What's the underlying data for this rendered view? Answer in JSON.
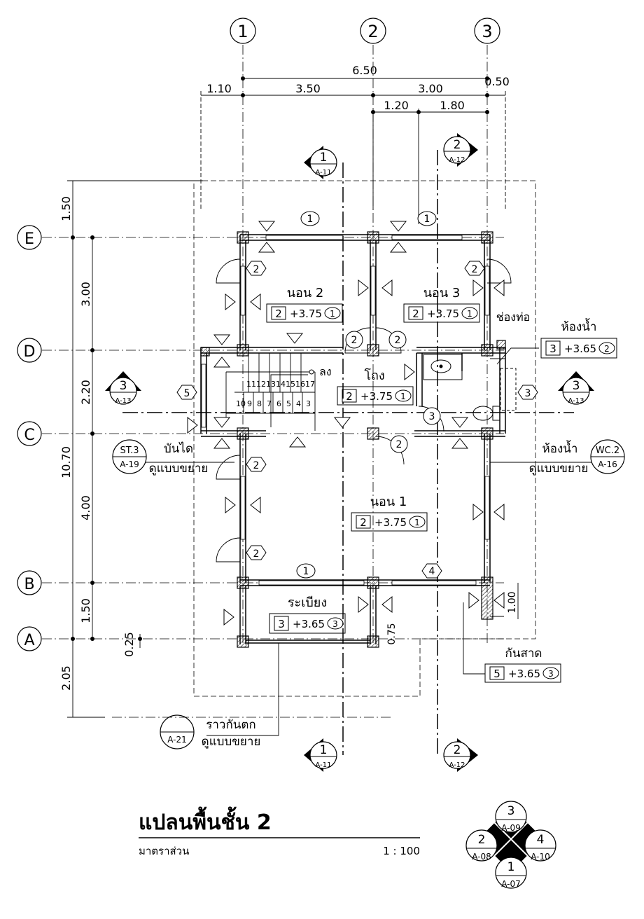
{
  "title": "แปลนพื้นชั้น 2",
  "scale_label": "มาตราส่วน",
  "scale_value": "1 : 100",
  "grid_cols": [
    "1",
    "2",
    "3"
  ],
  "grid_rows": [
    "E",
    "D",
    "C",
    "B",
    "A"
  ],
  "dims_top": {
    "total": "6.50",
    "d_110": "1.10",
    "d_350": "3.50",
    "d_300": "3.00",
    "d_050": "0.50",
    "d_120": "1.20",
    "d_180": "1.80"
  },
  "dims_left": {
    "d_150": "1.50",
    "d_300": "3.00",
    "d_220": "2.20",
    "total": "10.70",
    "d_400": "4.00",
    "d_150b": "1.50",
    "d_025": "0.25",
    "d_205": "2.05"
  },
  "dims_misc": {
    "d_100": "1.00",
    "d_075": "0.75"
  },
  "rooms": [
    {
      "name": "นอน 2",
      "num": "2",
      "level": "+3.75",
      "fin": "1"
    },
    {
      "name": "นอน 3",
      "num": "2",
      "level": "+3.75",
      "fin": "1"
    },
    {
      "name": "โถง",
      "num": "2",
      "level": "+3.75",
      "fin": "1"
    },
    {
      "name": "นอน 1",
      "num": "2",
      "level": "+3.75",
      "fin": "1"
    },
    {
      "name": "ระเบียง",
      "num": "3",
      "level": "+3.65",
      "fin": "3"
    },
    {
      "name": "ห้องน้ำ",
      "num": "3",
      "level": "+3.65",
      "fin": "2"
    },
    {
      "name": "กันสาด",
      "num": "5",
      "level": "+3.65",
      "fin": "3"
    }
  ],
  "labels": {
    "shaft": "ช่องท่อ",
    "down": "ลง",
    "stair": "บันได",
    "stair_ref": "ดูแบบขยาย",
    "bath2": "ห้องน้ำ",
    "bath2_ref": "ดูแบบขยาย",
    "rail": "ราวกันตก",
    "rail_ref": "ดูแบบขยาย"
  },
  "stair_steps_top": [
    "11",
    "12",
    "13",
    "14",
    "15",
    "16",
    "17"
  ],
  "stair_steps_bottom": [
    "10",
    "9",
    "8",
    "7",
    "6",
    "5",
    "4",
    "3"
  ],
  "details": {
    "st": {
      "num": "ST.3",
      "sheet": "A-19"
    },
    "wc": {
      "num": "WC.2",
      "sheet": "A-16"
    },
    "rail": {
      "num": "",
      "sheet": "A-21"
    }
  },
  "sections": [
    {
      "num": "1",
      "sheet": "A-11"
    },
    {
      "num": "2",
      "sheet": "A-12"
    },
    {
      "num": "3",
      "sheet": "A-13"
    }
  ],
  "elevations": [
    {
      "num": "3",
      "sheet": "A-09"
    },
    {
      "num": "2",
      "sheet": "A-08"
    },
    {
      "num": "4",
      "sheet": "A-10"
    },
    {
      "num": "1",
      "sheet": "A-07"
    }
  ],
  "tags": {
    "window": "1",
    "door": "2",
    "door3": "3",
    "window4": "4",
    "window5": "5"
  }
}
